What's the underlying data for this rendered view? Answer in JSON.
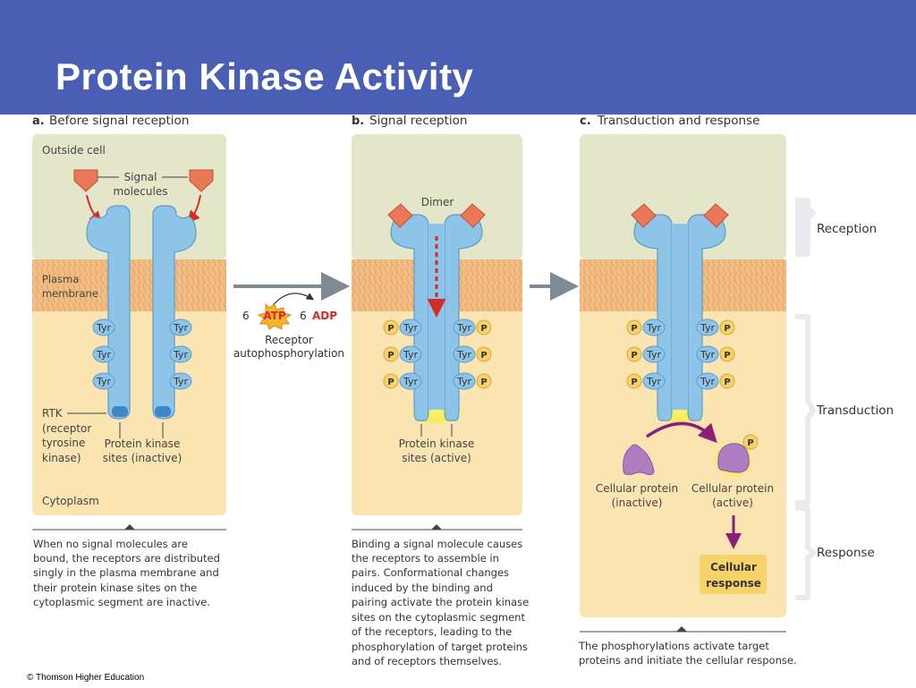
{
  "title": "Protein Kinase Activity",
  "credit": "© Thomson Higher Education",
  "colors": {
    "header_bg": "#4a5fb4",
    "outside_cell": "#e3e6c8",
    "cytoplasm": "#fae4b2",
    "membrane": "#f2bd82",
    "receptor": "#8ec4e8",
    "signal": "#ea7857",
    "arrow_red": "#d42a2a",
    "arrow_purple": "#8c1e78",
    "protein": "#b07cc0",
    "phosphate": "#f7d26a",
    "glow": "#f6ee50",
    "response_box": "#f7d46a"
  },
  "panels": {
    "a": {
      "heading_letter": "a.",
      "heading": "Before signal reception",
      "outside_cell": "Outside cell",
      "signal_line1": "Signal",
      "signal_line2": "molecules",
      "membrane_line1": "Plasma",
      "membrane_line2": "membrane",
      "rtk_line1": "RTK",
      "rtk_line2": "(receptor",
      "rtk_line3": "tyrosine",
      "rtk_line4": "kinase)",
      "kinase_line1": "Protein kinase",
      "kinase_line2": "sites (inactive)",
      "cytoplasm": "Cytoplasm",
      "caption": [
        "When no signal molecules are",
        "bound, the receptors are distributed",
        "singly in the plasma membrane and",
        "their protein kinase sites on the",
        "cytoplasmic segment are inactive."
      ]
    },
    "transition": {
      "atp_count": "6",
      "atp": "ATP",
      "adp_count": "6",
      "adp": "ADP",
      "label_line1": "Receptor",
      "label_line2": "autophosphorylation"
    },
    "b": {
      "heading_letter": "b.",
      "heading": "Signal reception",
      "dimer": "Dimer",
      "kinase_line1": "Protein kinase",
      "kinase_line2": "sites (active)",
      "caption": [
        "Binding a signal molecule causes",
        "the receptors to assemble in",
        "pairs. Conformational changes",
        "induced by the binding and",
        "pairing activate the protein kinase",
        "sites on the cytoplasmic segment",
        "of the receptors, leading to the",
        "phosphorylation of target proteins",
        "and of receptors themselves."
      ]
    },
    "c": {
      "heading_letter": "c.",
      "heading": "Transduction and response",
      "protein_inactive_line1": "Cellular protein",
      "protein_inactive_line2": "(inactive)",
      "protein_active_line1": "Cellular protein",
      "protein_active_line2": "(active)",
      "response_line1": "Cellular",
      "response_line2": "response",
      "caption": [
        "The phosphorylations activate target",
        "proteins and initiate the cellular response."
      ]
    }
  },
  "labels": {
    "tyr": "Tyr",
    "p": "P"
  },
  "side_labels": {
    "reception": "Reception",
    "transduction": "Transduction",
    "response": "Response"
  }
}
